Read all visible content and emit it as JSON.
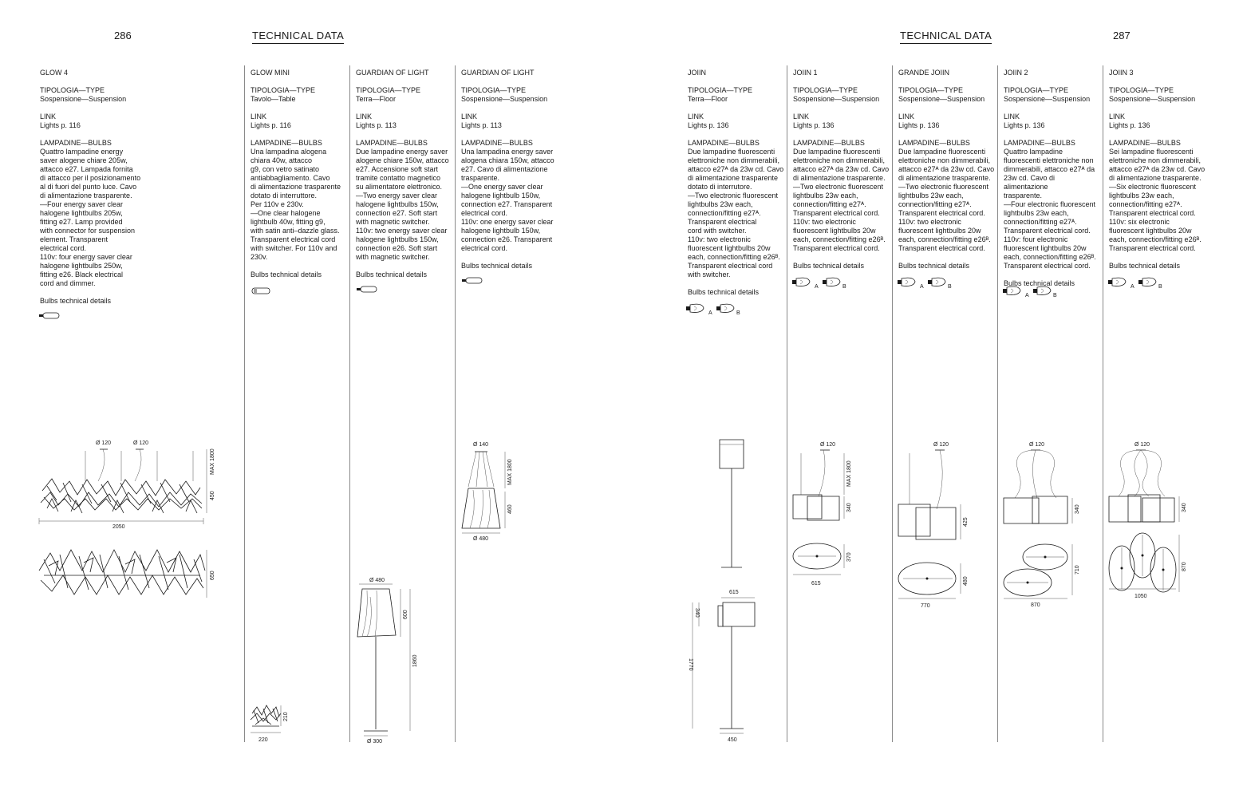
{
  "header": {
    "left_page": "286",
    "right_page": "287",
    "left_section": "TECHNICAL DATA",
    "right_section": "TECHNICAL DATA"
  },
  "labels": {
    "type_heading": "TIPOLOGIA—TYPE",
    "link_heading": "LINK",
    "bulbs_heading": "LAMPADINE—BULBS",
    "bulbs_details": "Bulbs technical details"
  },
  "products": [
    {
      "name": "GLOW 4",
      "type": "Sospensione—Suspension",
      "link": "Lights p. 116",
      "bulbs": "Quattro lampadine energy\nsaver alogene chiare 205w,\nattacco e27. Lampada fornita\ndi attacco per il posizionamento\nal di fuori del punto luce. Cavo\ndi alimentazione trasparente.\n—Four energy saver clear\nhalogene lightbulbs 205w,\nfitting e27. Lamp provided\nwith connector for suspension\nelement. Transparent\nelectrical cord.\n110v: four energy saver clear\nhalogene lightbulbs 250w,\nfitting e26. Black electrical\ncord and dimmer."
    },
    {
      "name": "GLOW MINI",
      "type": "Tavolo—Table",
      "link": "Lights p. 116",
      "bulbs": "Una lampadina alogena\nchiara 40w, attacco\ng9, con vetro satinato\nantiabbagliamento. Cavo\ndi alimentazione trasparente\ndotato di interruttore.\nPer 110v e 230v.\n—One clear halogene\nlightbulb 40w, fitting g9,\nwith satin anti–dazzle glass.\nTransparent electrical cord\nwith switcher. For 110v and\n230v."
    },
    {
      "name": "GUARDIAN OF LIGHT",
      "type": "Terra—Floor",
      "link": "Lights p. 113",
      "bulbs": "Due lampadine energy saver\nalogene chiare 150w, attacco\ne27. Accensione soft start\ntramite contatto magnetico\nsu alimentatore elettronico.\n—Two energy saver clear\nhalogene lightbulbs 150w,\nconnection e27. Soft start\nwith magnetic switcher.\n110v: two energy saver clear\nhalogene lightbulbs 150w,\nconnection e26. Soft start\nwith magnetic switcher."
    },
    {
      "name": "GUARDIAN OF LIGHT",
      "type": "Sospensione—Suspension",
      "link": "Lights p. 113",
      "bulbs": "Una lampadina energy saver\nalogena chiara 150w, attacco\ne27. Cavo di alimentazione\ntrasparente.\n—One energy saver clear\nhalogene lightbulb 150w,\nconnection e27. Transparent\nelectrical cord.\n110v: one energy saver clear\nhalogene lightbulb 150w,\nconnection e26. Transparent\nelectrical cord."
    },
    {
      "name": "JOIIN",
      "type": "Terra—Floor",
      "link": "Lights p. 136",
      "bulbs": "Due lampadine fluorescenti\nelettroniche non dimmerabili,\nattacco e27ᴬ da 23w cd. Cavo\ndi alimentazione trasparente\ndotato di interrutore.\n—Two electronic fluorescent\nlightbulbs 23w each,\nconnection/fitting e27ᴬ.\nTransparent electrical\ncord with switcher.\n110v: two electronic\nfluorescent lightbulbs 20w\neach, connection/fitting e26ᴮ.\nTransparent electrical cord\nwith switcher."
    },
    {
      "name": "JOIIN 1",
      "type": "Sospensione—Suspension",
      "link": "Lights p. 136",
      "bulbs": "Due lampadine fluorescenti\nelettroniche non dimmerabili,\nattacco e27ᴬ da 23w cd. Cavo\ndi alimentazione trasparente.\n—Two electronic fluorescent\nlightbulbs 23w each,\nconnection/fitting e27ᴬ.\nTransparent electrical cord.\n110v: two electronic\nfluorescent lightbulbs 20w\neach, connection/fitting e26ᴮ.\nTransparent electrical cord."
    },
    {
      "name": "GRANDE JOIIN",
      "type": "Sospensione—Suspension",
      "link": "Lights p. 136",
      "bulbs": "Due lampadine fluorescenti\nelettroniche non dimmerabili,\nattacco e27ᴬ da 23w cd. Cavo\ndi alimentazione trasparente.\n—Two electronic fluorescent\nlightbulbs 23w each,\nconnection/fitting e27ᴬ.\nTransparent electrical cord.\n110v: two electronic\nfluorescent lightbulbs 20w\neach, connection/fitting e26ᴮ.\nTransparent electrical cord."
    },
    {
      "name": "JOIIN 2",
      "type": "Sospensione—Suspension",
      "link": "Lights p. 136",
      "bulbs": "Quattro lampadine\nfluorescenti elettroniche non\ndimmerabili, attacco e27ᴬ da\n23w cd. Cavo di alimentazione\ntrasparente.\n—Four electronic fluorescent\nlightbulbs 23w each,\nconnection/fitting e27ᴬ.\nTransparent electrical cord.\n110v: four electronic\nfluorescent lightbulbs 20w\neach, connection/fitting e26ᴮ.\nTransparent electrical cord."
    },
    {
      "name": "JOIIN 3",
      "type": "Sospensione—Suspension",
      "link": "Lights p. 136",
      "bulbs": "Sei lampadine fluorescenti\nelettroniche non dimmerabili,\nattacco e27ᴬ da 23w cd. Cavo\ndi alimentazione trasparente.\n—Six electronic fluorescent\nlightbulbs 23w each,\nconnection/fitting e27ᴬ.\nTransparent electrical cord.\n110v: six electronic\nfluorescent lightbulbs 20w\neach, connection/fitting e26ᴮ.\nTransparent electrical cord."
    }
  ],
  "bulb_markers": {
    "a": "A",
    "b": "B"
  },
  "dimensions": {
    "glow4": {
      "dia1": "Ø 120",
      "dia2": "Ø 120",
      "max": "MAX 1800",
      "height": "450",
      "width": "2050",
      "depth": "650"
    },
    "glow_mini": {
      "height": "210",
      "width": "220"
    },
    "guardian_floor": {
      "dia_top": "Ø 480",
      "shade": "600",
      "total": "1860",
      "base": "Ø 300"
    },
    "guardian_susp": {
      "dia_top": "Ø 140",
      "max": "MAX 1800",
      "height": "460",
      "dia_bottom": "Ø 480"
    },
    "joiin_floor": {
      "width_top": "615",
      "shade": "340",
      "total": "1770",
      "base": "450"
    },
    "joiin1": {
      "dia": "Ø 120",
      "max": "MAX 1800",
      "height": "340",
      "depth": "370",
      "width": "615"
    },
    "grande_joiin": {
      "dia": "Ø 120",
      "height": "425",
      "depth": "480",
      "width": "770"
    },
    "joiin2": {
      "dia": "Ø 120",
      "height": "340",
      "depth": "710",
      "width": "870"
    },
    "joiin3": {
      "dia": "Ø 120",
      "height": "340",
      "depth": "870",
      "width": "1050"
    }
  }
}
